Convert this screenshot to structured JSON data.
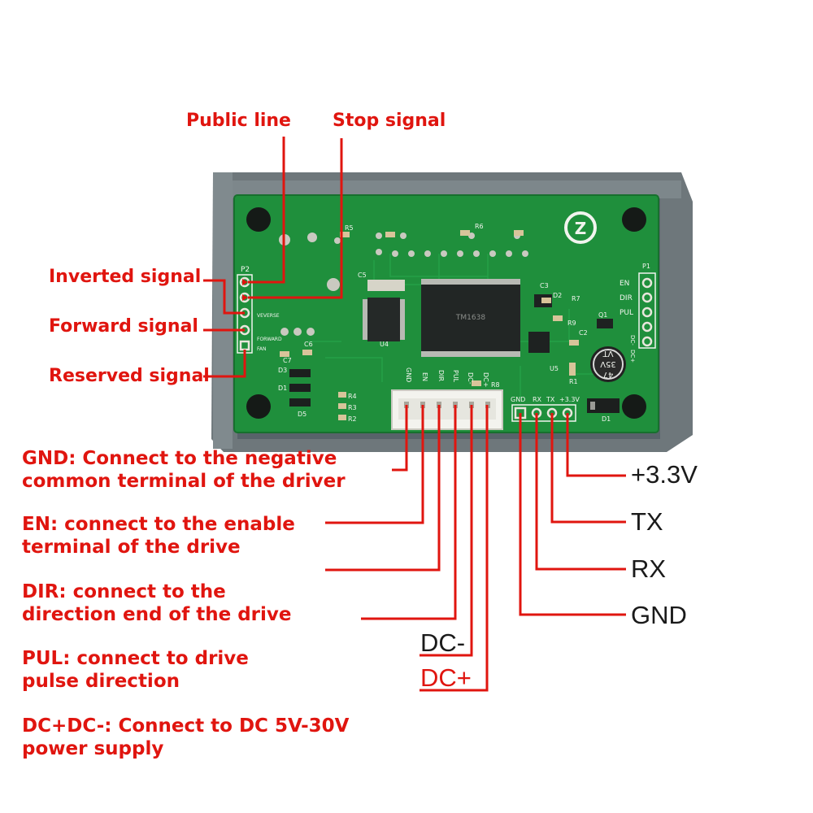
{
  "top_labels": {
    "public_line": "Public line",
    "stop_signal": "Stop signal"
  },
  "side_labels": {
    "inverted": "Inverted signal",
    "forward": "Forward signal",
    "reserved": "Reserved signal"
  },
  "descriptions": {
    "gnd": [
      "GND: Connect to the negative",
      "common terminal of the driver"
    ],
    "en": [
      "EN: connect to the enable",
      "terminal of the drive"
    ],
    "dir": [
      "DIR: connect to the",
      "direction end of the drive"
    ],
    "pul": [
      "PUL: connect to drive",
      "pulse direction"
    ],
    "dc": [
      "DC+DC-: Connect to DC 5V-30V",
      "power supply"
    ]
  },
  "right_pins": {
    "v33": "+3.3V",
    "tx": "TX",
    "rx": "RX",
    "gnd": "GND"
  },
  "power_pins": {
    "dc_minus": "DC-",
    "dc_plus": "DC+"
  },
  "board": {
    "header_left": "P2",
    "header_right": "P1",
    "left_pins": [
      "VEVERSE",
      "FORWARD",
      "FAN"
    ],
    "right_header_pins": [
      "EN",
      "DIR",
      "PUL",
      "DC-",
      "DC+"
    ],
    "connector_pins": [
      "GND",
      "EN",
      "DIR",
      "PUL",
      "DC-",
      "DC+"
    ],
    "uart_pins": [
      "GND",
      "RX",
      "TX",
      "+3.3V"
    ],
    "refs": [
      "R5",
      "R6",
      "C5",
      "C3",
      "D2",
      "R7",
      "D3",
      "D1",
      "C6",
      "C7",
      "U4",
      "U5",
      "R8",
      "R4",
      "R3",
      "R2",
      "D5",
      "R1",
      "D1",
      "Q1",
      "C2",
      "R9"
    ],
    "capacitor": [
      "47",
      "35V",
      "VT"
    ]
  },
  "colors": {
    "label": "#e0150f",
    "pcb": "#1f8f3c",
    "case": "#6c7478",
    "line": "#e0150f"
  }
}
